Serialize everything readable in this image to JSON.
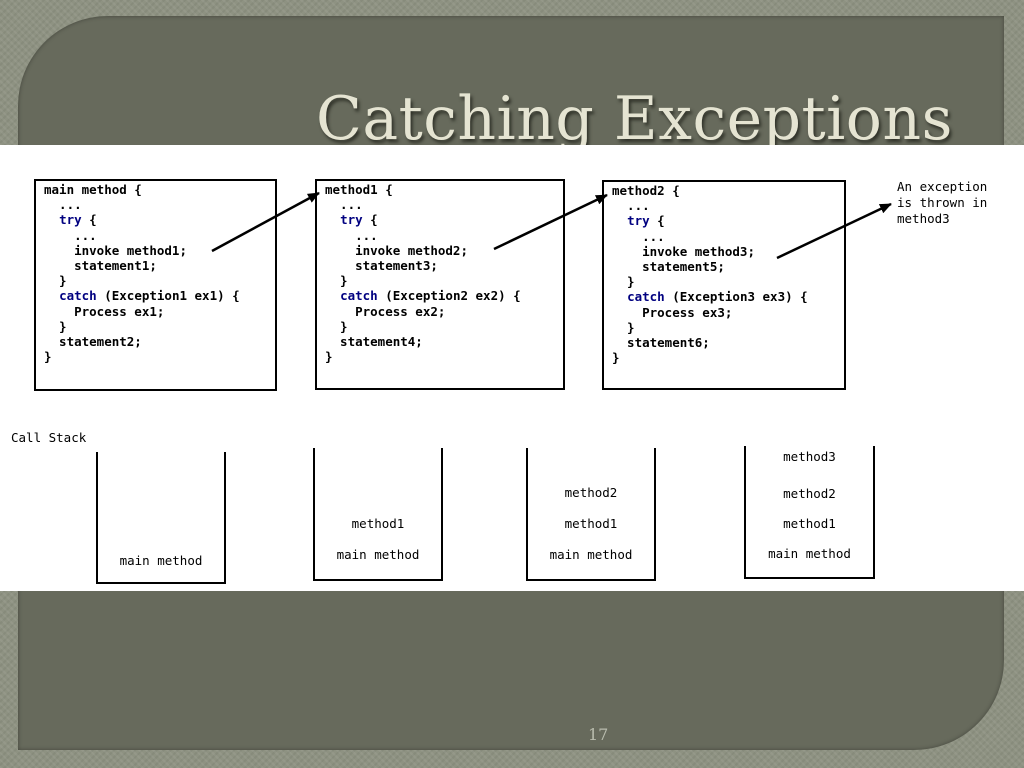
{
  "slide": {
    "title": "Catching Exceptions",
    "page_number": "17"
  },
  "code_blocks": [
    {
      "lines": [
        {
          "t": "main method {"
        },
        {
          "t": "  ..."
        },
        {
          "t": "  ",
          "kw": "try",
          "r": " {"
        },
        {
          "t": "    ..."
        },
        {
          "t": "    invoke method1;"
        },
        {
          "t": "    statement1;"
        },
        {
          "t": "  }"
        },
        {
          "t": "  ",
          "kw": "catch",
          "r": " (Exception1 ex1) {"
        },
        {
          "t": "    Process ex1;"
        },
        {
          "t": "  }"
        },
        {
          "t": "  statement2;"
        },
        {
          "t": "}"
        }
      ]
    },
    {
      "lines": [
        {
          "t": "method1 {"
        },
        {
          "t": "  ..."
        },
        {
          "t": "  ",
          "kw": "try",
          "r": " {"
        },
        {
          "t": "    ..."
        },
        {
          "t": "    invoke method2;"
        },
        {
          "t": "    statement3;"
        },
        {
          "t": "  }"
        },
        {
          "t": "  ",
          "kw": "catch",
          "r": " (Exception2 ex2) {"
        },
        {
          "t": "    Process ex2;"
        },
        {
          "t": "  }"
        },
        {
          "t": "  statement4;"
        },
        {
          "t": "}"
        }
      ]
    },
    {
      "lines": [
        {
          "t": "method2 {"
        },
        {
          "t": "  ..."
        },
        {
          "t": "  ",
          "kw": "try",
          "r": " {"
        },
        {
          "t": "    ..."
        },
        {
          "t": "    invoke method3;"
        },
        {
          "t": "    statement5;"
        },
        {
          "t": "  }"
        },
        {
          "t": "  ",
          "kw": "catch",
          "r": " (Exception3 ex3) {"
        },
        {
          "t": "    Process ex3;"
        },
        {
          "t": "  }"
        },
        {
          "t": "  statement6;"
        },
        {
          "t": "}"
        }
      ]
    }
  ],
  "note": {
    "line1": "An exception",
    "line2": "is thrown in",
    "line3": "method3"
  },
  "call_stack": {
    "label": "Call Stack",
    "stacks": [
      {
        "frames": [
          "main method"
        ]
      },
      {
        "frames": [
          "method1",
          "main method"
        ]
      },
      {
        "frames": [
          "method2",
          "method1",
          "main method"
        ]
      },
      {
        "frames": [
          "method3",
          "method2",
          "method1",
          "main method"
        ]
      }
    ]
  },
  "colors": {
    "slide_background": "#676a5c",
    "title_text": "#e5e4d2",
    "keyword": "#000080",
    "panel_background": "#ffffff"
  }
}
